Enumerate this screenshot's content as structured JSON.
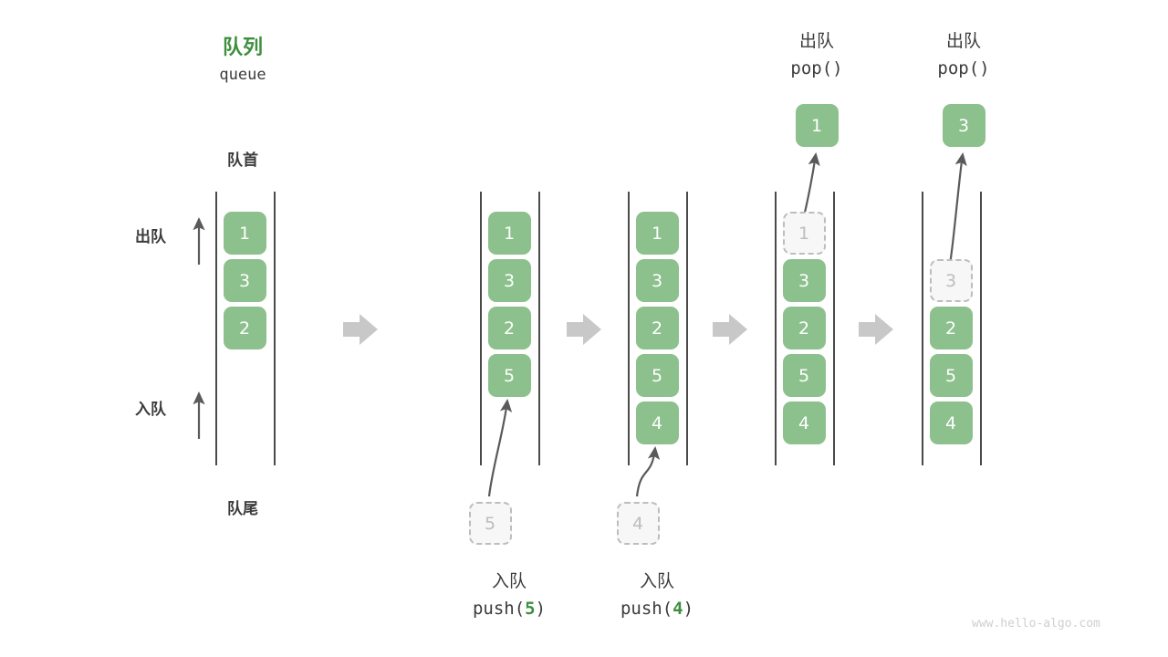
{
  "meta": {
    "watermark": "www.hello-algo.com",
    "colors": {
      "element_green": "#8cc08c",
      "title_green": "#3f8f3f",
      "text_dark": "#3c3c3c",
      "ghost_gray": "#bdbdbd",
      "rail_gray": "#4a4a4a",
      "step_arrow_gray": "#c8c8c8"
    }
  },
  "title": {
    "cn": "队列",
    "en": "queue"
  },
  "labels": {
    "head": "队首",
    "tail": "队尾",
    "dequeue": "出队",
    "enqueue": "入队"
  },
  "stages": [
    {
      "id": "initial",
      "name": "initial-queue",
      "cells": [
        "1",
        "3",
        "2"
      ],
      "ghost_index": -1,
      "empty_top": 0
    },
    {
      "id": "push-5",
      "name": "after-push-5",
      "cells": [
        "1",
        "3",
        "2",
        "5"
      ],
      "ghost_index": -1,
      "empty_top": 0,
      "operation": {
        "cn": "入队",
        "code_prefix": "push(",
        "code_value": "5",
        "code_suffix": ")"
      },
      "incoming": "5"
    },
    {
      "id": "push-4",
      "name": "after-push-4",
      "cells": [
        "1",
        "3",
        "2",
        "5",
        "4"
      ],
      "ghost_index": -1,
      "empty_top": 0,
      "operation": {
        "cn": "入队",
        "code_prefix": "push(",
        "code_value": "4",
        "code_suffix": ")"
      },
      "incoming": "4"
    },
    {
      "id": "pop-1",
      "name": "after-pop-1",
      "cells": [
        "1",
        "3",
        "2",
        "5",
        "4"
      ],
      "ghost_index": 0,
      "empty_top": 0,
      "operation": {
        "cn": "出队",
        "code_prefix": "pop(",
        "code_value": "",
        "code_suffix": ")"
      },
      "outgoing": "1"
    },
    {
      "id": "pop-3",
      "name": "after-pop-3",
      "cells": [
        "3",
        "2",
        "5",
        "4"
      ],
      "ghost_index": 0,
      "empty_top": 1,
      "operation": {
        "cn": "出队",
        "code_prefix": "pop(",
        "code_value": "",
        "code_suffix": ")"
      },
      "outgoing": "3"
    }
  ],
  "step_arrows": [
    {
      "name": "step-arrow-1"
    },
    {
      "name": "step-arrow-2"
    },
    {
      "name": "step-arrow-3"
    },
    {
      "name": "step-arrow-4"
    }
  ]
}
